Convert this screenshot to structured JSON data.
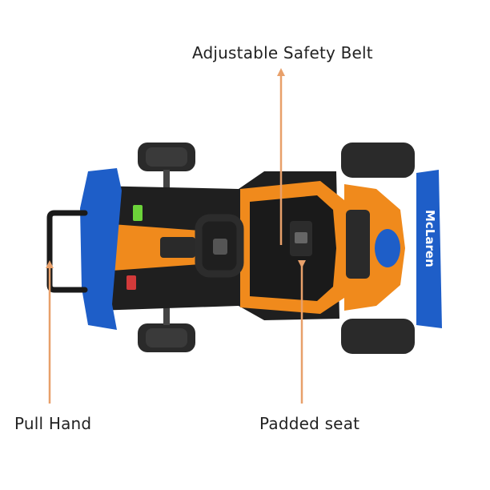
{
  "labels": {
    "safety_belt": "Adjustable Safety Belt",
    "pull_hand": "Pull Hand",
    "padded_seat": "Padded seat"
  },
  "brand": {
    "wing_text": "McLaren"
  },
  "colors": {
    "arrow": "#e8a06a",
    "kart_orange": "#f08a1c",
    "kart_blue": "#1e5ec8",
    "kart_black": "#1f1f1f",
    "tire": "#2a2a2a",
    "text": "#222222"
  }
}
